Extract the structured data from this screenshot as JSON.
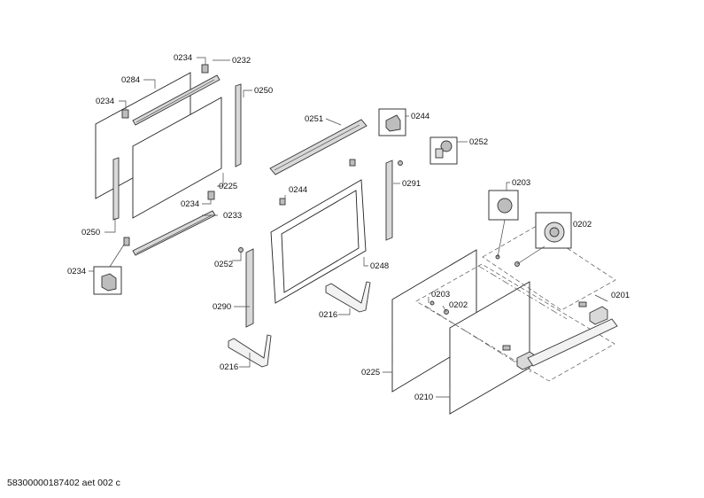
{
  "document_reference": "58300000187402 aet 002 c",
  "callouts": [
    {
      "id": "c1",
      "number": "0234"
    },
    {
      "id": "c2",
      "number": "0232"
    },
    {
      "id": "c3",
      "number": "0284"
    },
    {
      "id": "c4",
      "number": "0234"
    },
    {
      "id": "c5",
      "number": "0250"
    },
    {
      "id": "c6",
      "number": "0251"
    },
    {
      "id": "c7",
      "number": "0244"
    },
    {
      "id": "c8",
      "number": "0252"
    },
    {
      "id": "c9",
      "number": "0225"
    },
    {
      "id": "c10",
      "number": "0244"
    },
    {
      "id": "c11",
      "number": "0291"
    },
    {
      "id": "c12",
      "number": "0203"
    },
    {
      "id": "c13",
      "number": "0234"
    },
    {
      "id": "c14",
      "number": "0233"
    },
    {
      "id": "c15",
      "number": "0250"
    },
    {
      "id": "c16",
      "number": "0202"
    },
    {
      "id": "c17",
      "number": "0234"
    },
    {
      "id": "c18",
      "number": "0252"
    },
    {
      "id": "c19",
      "number": "0248"
    },
    {
      "id": "c20",
      "number": "0203"
    },
    {
      "id": "c21",
      "number": "0202"
    },
    {
      "id": "c22",
      "number": "0201"
    },
    {
      "id": "c23",
      "number": "0290"
    },
    {
      "id": "c24",
      "number": "0216"
    },
    {
      "id": "c25",
      "number": "0216"
    },
    {
      "id": "c26",
      "number": "0225"
    },
    {
      "id": "c27",
      "number": "0210"
    }
  ]
}
